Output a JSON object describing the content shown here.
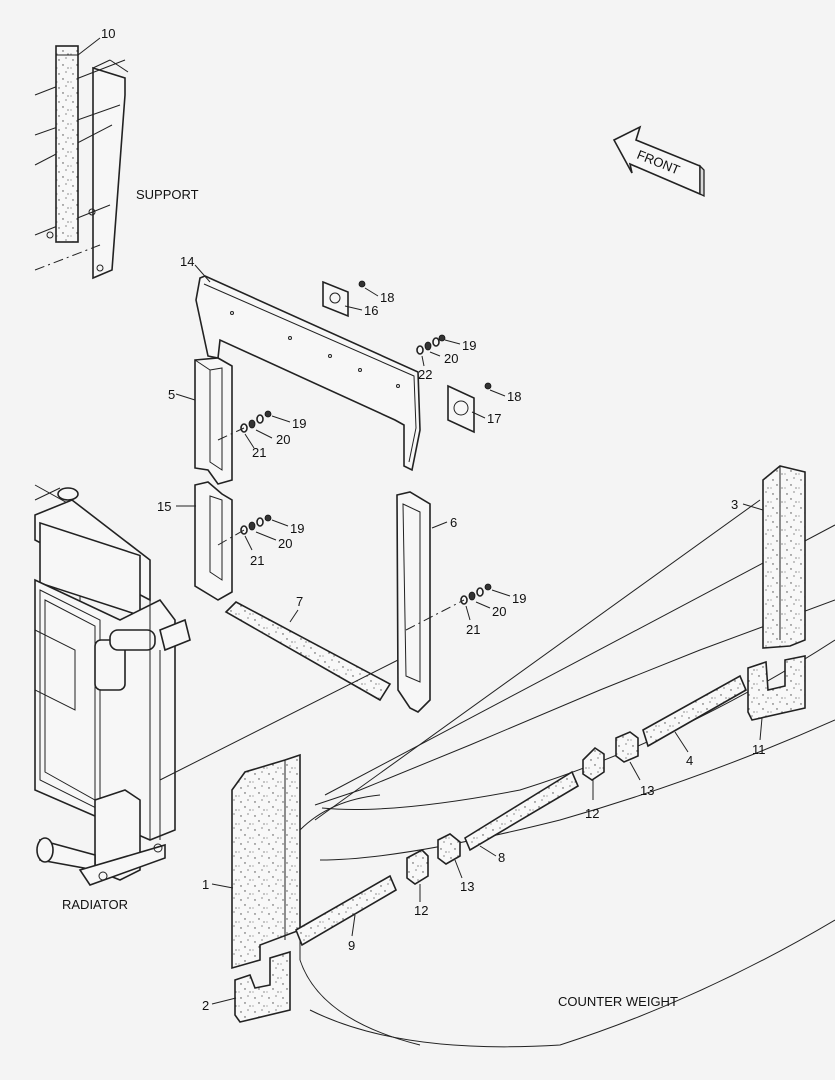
{
  "captions": {
    "support": "SUPPORT",
    "radiator": "RADIATOR",
    "counter_weight": "COUNTER WEIGHT",
    "front": "FRONT"
  },
  "callouts": {
    "p1": "1",
    "p2": "2",
    "p3": "3",
    "p4": "4",
    "p5": "5",
    "p6": "6",
    "p7": "7",
    "p8": "8",
    "p9": "9",
    "p10": "10",
    "p11": "11",
    "p12a": "12",
    "p12b": "12",
    "p13a": "13",
    "p13b": "13",
    "p14": "14",
    "p15": "15",
    "p16": "16",
    "p17": "17",
    "p18a": "18",
    "p18b": "18",
    "p19a": "19",
    "p19b": "19",
    "p19c": "19",
    "p19d": "19",
    "p20a": "20",
    "p20b": "20",
    "p20c": "20",
    "p20d": "20",
    "p21a": "21",
    "p21b": "21",
    "p21c": "21",
    "p22": "22"
  }
}
